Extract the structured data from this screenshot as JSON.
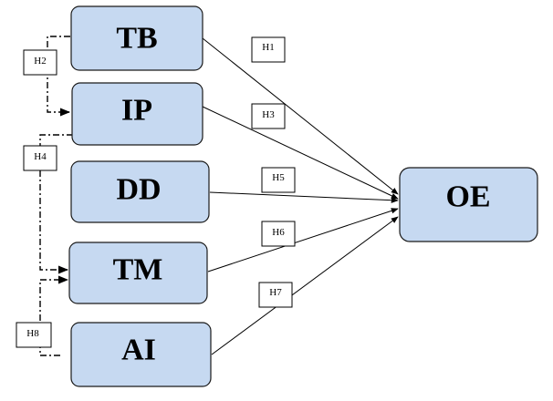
{
  "nodes": {
    "tb": "TB",
    "ip": "IP",
    "dd": "DD",
    "tm": "TM",
    "ai": "AI",
    "oe": "OE"
  },
  "hypotheses": {
    "h1": "H1",
    "h2": "H2",
    "h3": "H3",
    "h4": "H4",
    "h5": "H5",
    "h6": "H6",
    "h7": "H7",
    "h8": "H8"
  }
}
